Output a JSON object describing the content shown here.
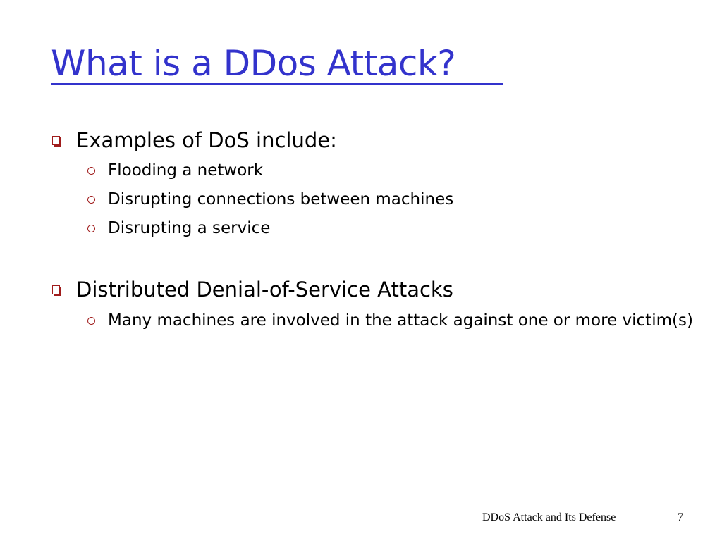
{
  "slide": {
    "title": "What is a DDos Attack?",
    "bullets": [
      {
        "text": "Examples of DoS include:",
        "icon": "checkbox-square-icon",
        "children": [
          {
            "text": "Flooding a network",
            "icon": "hollow-circle-icon"
          },
          {
            "text": "Disrupting connections between machines",
            "icon": "hollow-circle-icon"
          },
          {
            "text": "Disrupting a service",
            "icon": "hollow-circle-icon"
          }
        ]
      },
      {
        "text": "Distributed Denial-of-Service Attacks",
        "icon": "checkbox-square-icon",
        "children": [
          {
            "text": "Many machines are involved in the attack against one or more victim(s)",
            "icon": "hollow-circle-icon"
          }
        ]
      }
    ]
  },
  "footer": {
    "presentation_title": "DDoS Attack and Its Defense",
    "page_number": "7"
  },
  "colors": {
    "title": "#3333cc",
    "bullet": "#a01c1c",
    "text": "#000000",
    "background": "#ffffff"
  }
}
